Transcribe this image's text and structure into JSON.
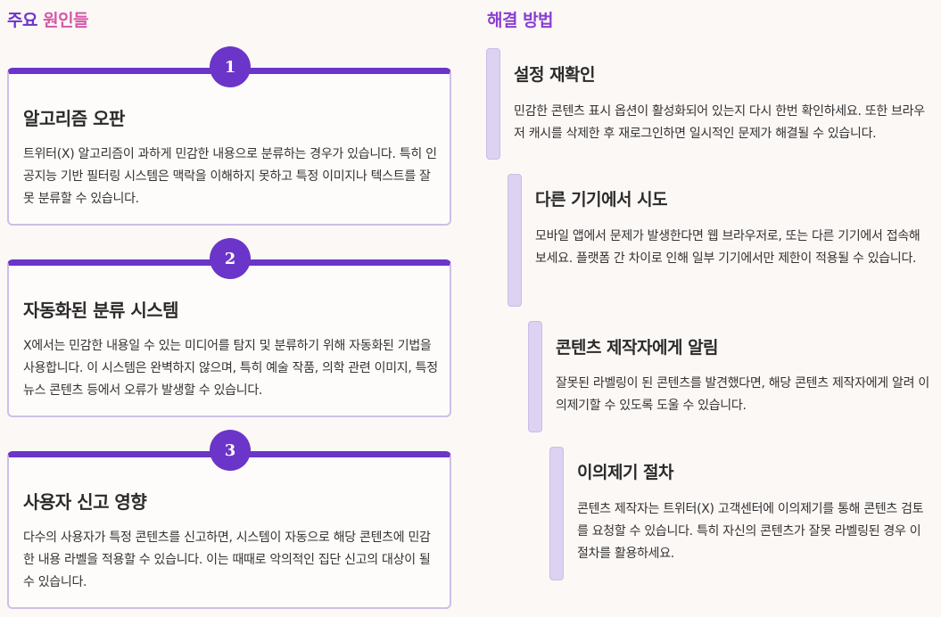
{
  "causes": {
    "title_part1": "주요",
    "title_part2": "원인들",
    "items": [
      {
        "number": "1",
        "heading": "알고리즘 오판",
        "body": "트위터(X) 알고리즘이 과하게 민감한 내용으로 분류하는 경우가 있습니다. 특히 인공지능 기반 필터링 시스템은 맥락을 이해하지 못하고 특정 이미지나 텍스트를 잘못 분류할 수 있습니다."
      },
      {
        "number": "2",
        "heading": "자동화된 분류 시스템",
        "body": "X에서는 민감한 내용일 수 있는 미디어를 탐지 및 분류하기 위해 자동화된 기법을 사용합니다. 이 시스템은 완벽하지 않으며, 특히 예술 작품, 의학 관련 이미지, 특정 뉴스 콘텐츠 등에서 오류가 발생할 수 있습니다."
      },
      {
        "number": "3",
        "heading": "사용자 신고 영향",
        "body": "다수의 사용자가 특정 콘텐츠를 신고하면, 시스템이 자동으로 해당 콘텐츠에 민감한 내용 라벨을 적용할 수 있습니다. 이는 때때로 악의적인 집단 신고의 대상이 될 수 있습니다."
      }
    ]
  },
  "solutions": {
    "title": "해결 방법",
    "items": [
      {
        "heading": "설정 재확인",
        "body": "민감한 콘텐츠 표시 옵션이 활성화되어 있는지 다시 한번 확인하세요. 또한 브라우저 캐시를 삭제한 후 재로그인하면 일시적인 문제가 해결될 수 있습니다."
      },
      {
        "heading": "다른 기기에서 시도",
        "body": "모바일 앱에서 문제가 발생한다면 웹 브라우저로, 또는 다른 기기에서 접속해 보세요. 플랫폼 간 차이로 인해 일부 기기에서만 제한이 적용될 수 있습니다."
      },
      {
        "heading": "콘텐츠 제작자에게 알림",
        "body": "잘못된 라벨링이 된 콘텐츠를 발견했다면, 해당 콘텐츠 제작자에게 알려 이의제기할 수 있도록 도울 수 있습니다."
      },
      {
        "heading": "이의제기 절차",
        "body": "콘텐츠 제작자는 트위터(X) 고객센터에 이의제기를 통해 콘텐츠 검토를 요청할 수 있습니다. 특히 자신의 콘텐츠가 잘못 라벨링된 경우 이 절차를 활용하세요."
      }
    ]
  }
}
